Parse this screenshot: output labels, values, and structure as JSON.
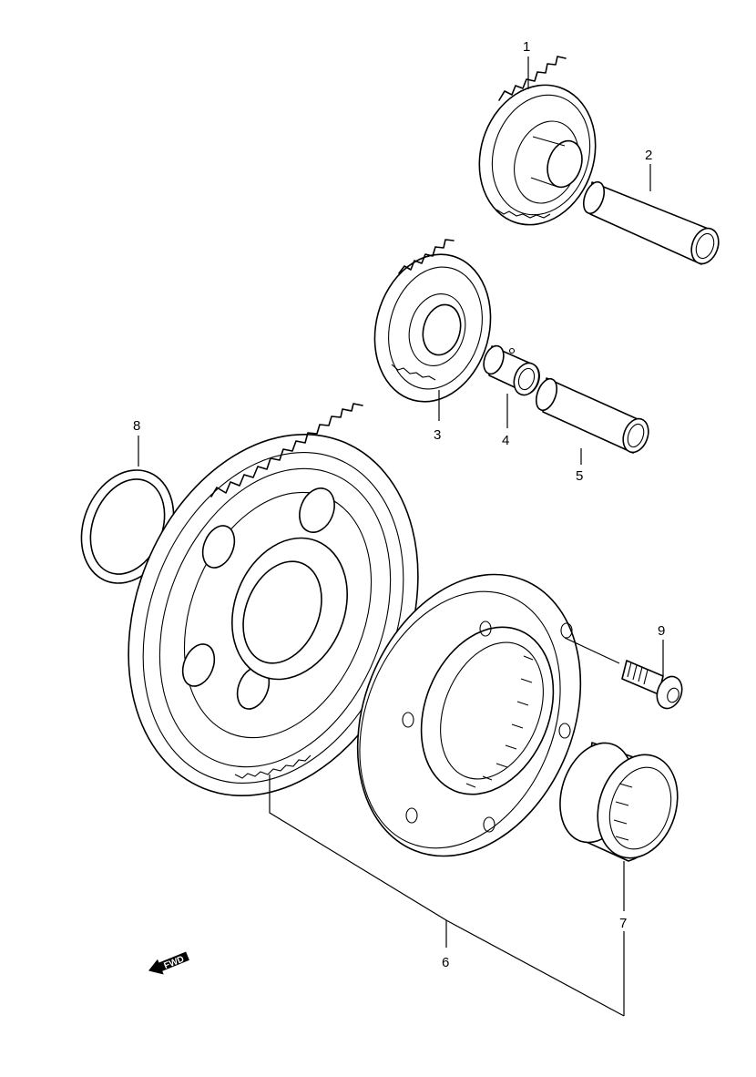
{
  "callouts": {
    "c1": "1",
    "c2": "2",
    "c3": "3",
    "c4": "4",
    "c5": "5",
    "c6": "6",
    "c7": "7",
    "c8": "8",
    "c9": "9"
  },
  "fwd_label": "FWD",
  "icons": {
    "fwd": "fwd-arrow-icon"
  }
}
